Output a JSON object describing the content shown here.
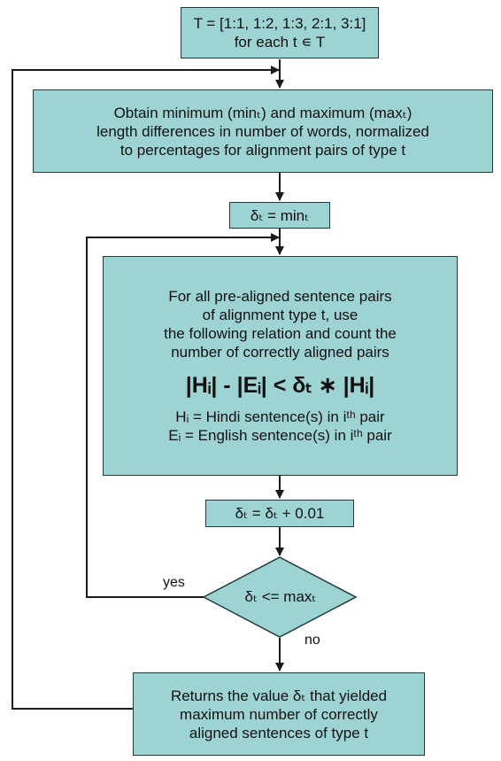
{
  "colors": {
    "box_fill": "#9ed3d3",
    "box_border": "#1f3b3b",
    "line": "#1a1a1a"
  },
  "nodes": {
    "init": {
      "lines": [
        "T = [1:1, 1:2, 1:3, 2:1, 3:1]",
        "for each t ∊ T"
      ]
    },
    "obtain": {
      "lines": [
        "Obtain minimum (minₜ) and maximum (maxₜ)",
        "length differences in number of words, normalized",
        "to percentages for alignment pairs of type t"
      ]
    },
    "set_delta": {
      "text": "δₜ = minₜ"
    },
    "process": {
      "lines_top": [
        "For all pre-aligned sentence pairs",
        "of alignment type t, use",
        "the following relation and count the",
        "number of correctly aligned pairs"
      ],
      "relation": "|Hᵢ| - |Eᵢ| < δₜ ∗ |Hᵢ|",
      "lines_bottom": [
        "Hᵢ = Hindi sentence(s) in iᵗʰ pair",
        "Eᵢ = English sentence(s) in iᵗʰ pair"
      ]
    },
    "increment": {
      "text": "δₜ = δₜ  + 0.01"
    },
    "decision": {
      "text": "δₜ <= maxₜ"
    },
    "result": {
      "lines": [
        "Returns the value δₜ that yielded",
        "maximum number of correctly",
        "aligned sentences of type t"
      ]
    }
  },
  "edge_labels": {
    "yes": "yes",
    "no": "no"
  }
}
